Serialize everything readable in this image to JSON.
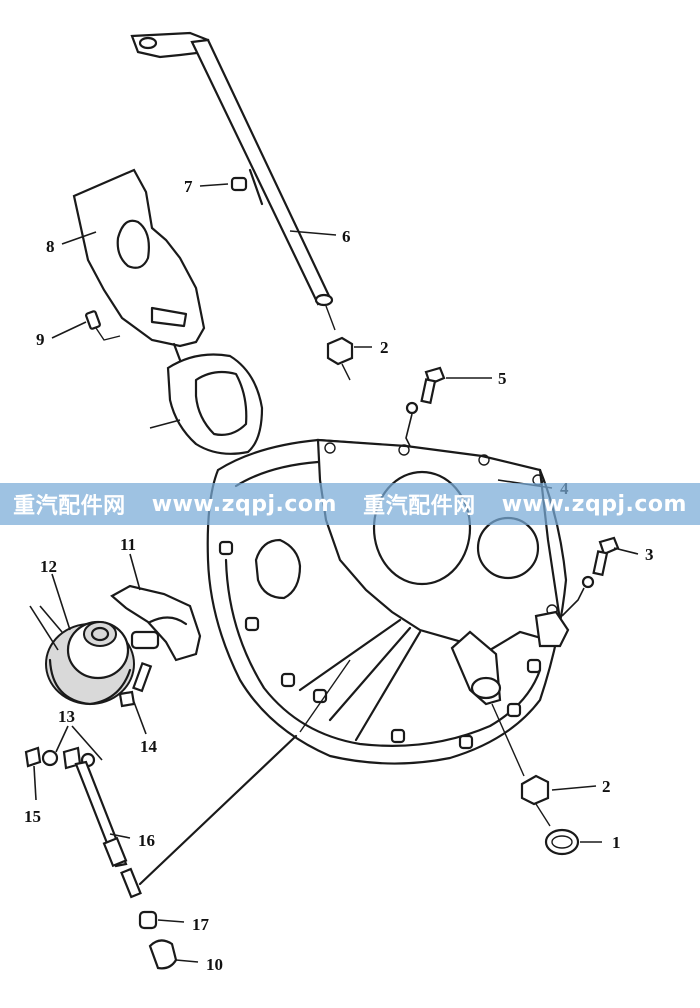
{
  "callouts": {
    "c1": "1",
    "c2a": "2",
    "c2b": "2",
    "c3": "3",
    "c4": "4",
    "c5": "5",
    "c6": "6",
    "c7": "7",
    "c8": "8",
    "c9": "9",
    "c10": "10",
    "c11": "11",
    "c12": "12",
    "c13": "13",
    "c14": "14",
    "c15": "15",
    "c16": "16",
    "c17": "17"
  },
  "watermark": {
    "brand1": "重汽配件网",
    "url1": "www.zqpj.com",
    "brand2": "重汽配件网",
    "url2": "www.zqpj.com"
  },
  "colors": {
    "watermark_band": "#78aad7",
    "line_art": "#1a1a1a",
    "background": "#ffffff"
  }
}
